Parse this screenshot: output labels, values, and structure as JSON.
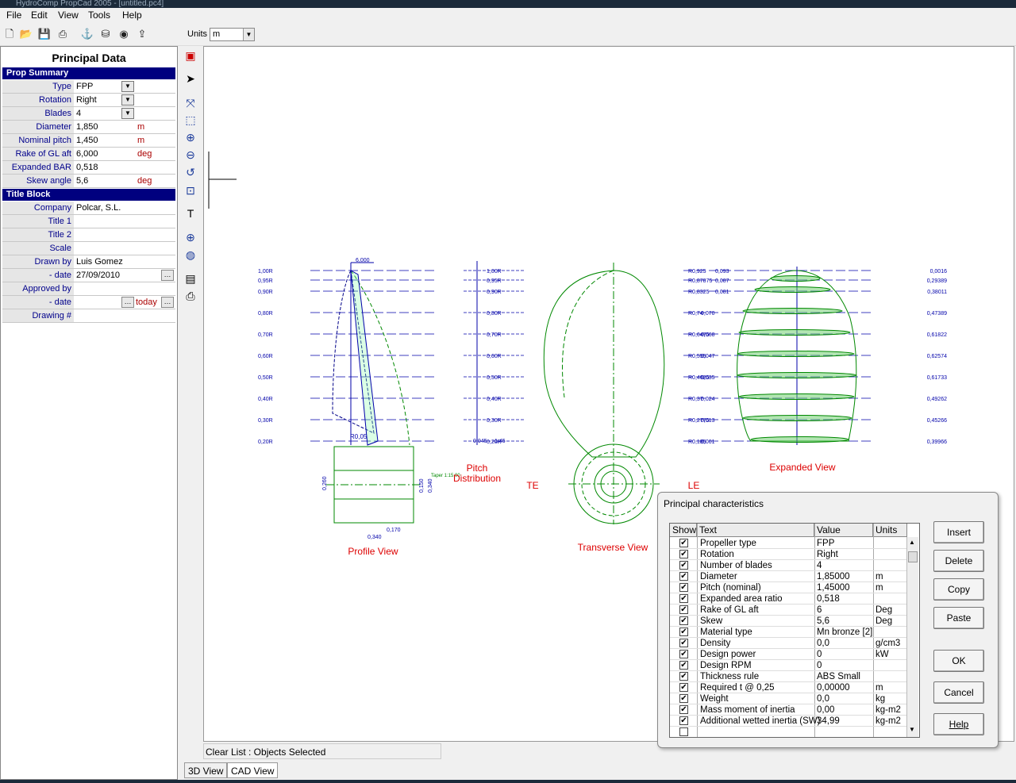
{
  "window": {
    "title": "HydroComp PropCad 2005 - [untitled.pc4]"
  },
  "menu": [
    "File",
    "Edit",
    "View",
    "Tools",
    "Help"
  ],
  "toolbar": {
    "units_label": "Units",
    "units_value": "m"
  },
  "panel": {
    "title": "Principal Data",
    "prop_summary": {
      "header": "Prop Summary",
      "rows": [
        {
          "label": "Type",
          "value": "FPP",
          "unit": ""
        },
        {
          "label": "Rotation",
          "value": "Right",
          "unit": ""
        },
        {
          "label": "Blades",
          "value": "4",
          "unit": ""
        },
        {
          "label": "Diameter",
          "value": "1,850",
          "unit": "m"
        },
        {
          "label": "Nominal pitch",
          "value": "1,450",
          "unit": "m"
        },
        {
          "label": "Rake of GL aft",
          "value": "6,000",
          "unit": "deg"
        },
        {
          "label": "Expanded BAR",
          "value": "0,518",
          "unit": ""
        },
        {
          "label": "Skew angle",
          "value": "5,6",
          "unit": "deg"
        }
      ]
    },
    "title_block": {
      "header": "Title Block",
      "rows": [
        {
          "label": "Company",
          "value": "Polcar, S.L."
        },
        {
          "label": "Title 1",
          "value": ""
        },
        {
          "label": "Title 2",
          "value": ""
        },
        {
          "label": "Scale",
          "value": ""
        },
        {
          "label": "Drawn by",
          "value": "Luis Gomez"
        },
        {
          "label": "- date",
          "value": "27/09/2010"
        },
        {
          "label": "Approved by",
          "value": ""
        },
        {
          "label": "- date",
          "value": "",
          "extra": "today"
        },
        {
          "label": "Drawing #",
          "value": ""
        }
      ]
    }
  },
  "drawing": {
    "profile_label": "Profile View",
    "pitch_label_1": "Pitch",
    "pitch_label_2": "Distribution",
    "transverse_label": "Transverse View",
    "expanded_label": "Expanded View",
    "te": "TE",
    "le": "LE",
    "radii": [
      "1,00R",
      "0,95R",
      "0,90R",
      "0,80R",
      "0,70R",
      "0,60R",
      "0,50R",
      "0,40R",
      "0,30R",
      "0,20R"
    ],
    "r_labels": [
      "R0,925",
      "R0,87875",
      "R0,8325",
      "R0,74",
      "R0,6475",
      "R0,555",
      "R0,4625",
      "R0,37",
      "R0,2775",
      "R0,185"
    ],
    "r_offsets": [
      "0,093",
      "0,087",
      "0,081",
      "0,070",
      "0,068",
      "0,047",
      "0,035",
      "0,024",
      "0,013",
      "0,001"
    ],
    "right_vals": [
      "0,0016",
      "0,29389",
      "0,38011",
      "0,47389",
      "0,61822",
      "0,62574",
      "0,61733",
      "0,49262",
      "0,45266",
      "0,39966"
    ],
    "rake_dim": "6,000",
    "hub_r": "R0,05",
    "taper": "Taper 1:15,00",
    "dim_260": "0,260",
    "dim_150": "0,150",
    "dim_340v": "0,340",
    "dim_170": "0,170",
    "dim_340h": "0,340",
    "pitch_bottom_1": "0,045",
    "pitch_bottom_2": "1,45"
  },
  "status": {
    "text": "Clear List : Objects Selected"
  },
  "view_tabs": [
    "3D View",
    "CAD View"
  ],
  "dialog": {
    "title": "Principal characteristics",
    "columns": [
      "Show",
      "Text",
      "Value",
      "Units"
    ],
    "rows": [
      {
        "show": true,
        "text": "Propeller type",
        "value": "FPP",
        "unit": ""
      },
      {
        "show": true,
        "text": "Rotation",
        "value": "Right",
        "unit": ""
      },
      {
        "show": true,
        "text": "Number of blades",
        "value": "4",
        "unit": ""
      },
      {
        "show": true,
        "text": "Diameter",
        "value": "1,85000",
        "unit": "m"
      },
      {
        "show": true,
        "text": "Pitch (nominal)",
        "value": "1,45000",
        "unit": "m"
      },
      {
        "show": true,
        "text": "Expanded area ratio",
        "value": "0,518",
        "unit": ""
      },
      {
        "show": true,
        "text": "Rake of GL aft",
        "value": "6",
        "unit": "Deg"
      },
      {
        "show": true,
        "text": "Skew",
        "value": "5,6",
        "unit": "Deg"
      },
      {
        "show": true,
        "text": "Material type",
        "value": "Mn bronze [2]",
        "unit": ""
      },
      {
        "show": true,
        "text": "Density",
        "value": "0,0",
        "unit": "g/cm3"
      },
      {
        "show": true,
        "text": "Design power",
        "value": "0",
        "unit": "kW"
      },
      {
        "show": true,
        "text": "Design RPM",
        "value": "0",
        "unit": ""
      },
      {
        "show": true,
        "text": "Thickness rule",
        "value": "ABS Small",
        "unit": ""
      },
      {
        "show": true,
        "text": "Required t @ 0,25",
        "value": "0,00000",
        "unit": "m"
      },
      {
        "show": true,
        "text": "Weight",
        "value": "0,0",
        "unit": "kg"
      },
      {
        "show": true,
        "text": "Mass moment of inertia",
        "value": "0,00",
        "unit": "kg-m2"
      },
      {
        "show": true,
        "text": "Additional wetted inertia (SW)",
        "value": "34,99",
        "unit": "kg-m2"
      },
      {
        "show": false,
        "text": "",
        "value": "",
        "unit": ""
      }
    ],
    "buttons": [
      "Insert",
      "Delete",
      "Copy",
      "Paste",
      "OK",
      "Cancel",
      "Help"
    ]
  }
}
